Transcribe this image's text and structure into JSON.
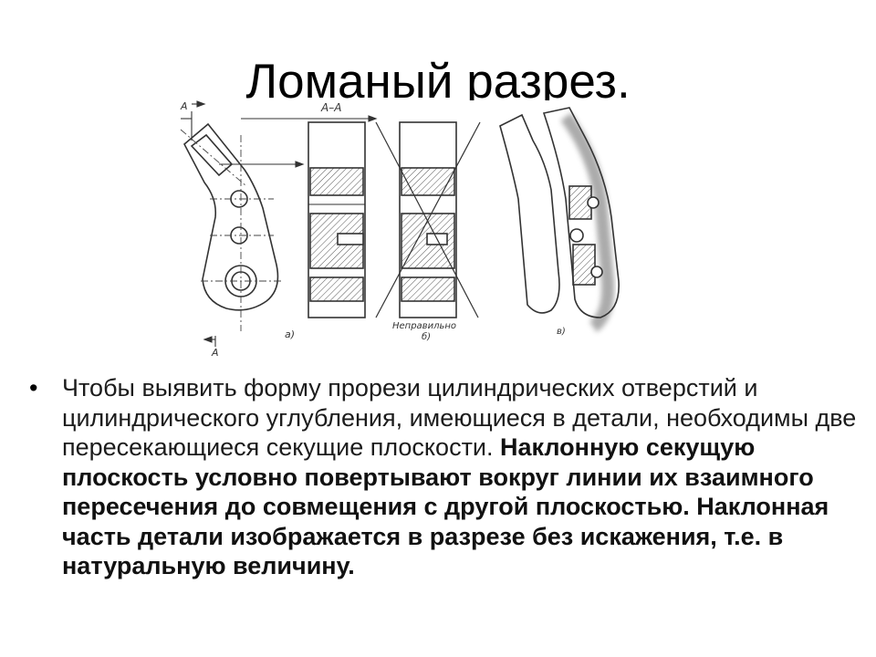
{
  "slide": {
    "title": "Ломаный разрез.",
    "figure": {
      "section_label": "А–А",
      "arrow_label": "А",
      "view_a_label": "а)",
      "view_b_label": "б)",
      "view_c_label": "в)",
      "incorrect_label": "Неправильно"
    },
    "body": {
      "bullet_symbol": "•",
      "normal_text": "Чтобы выявить форму прорези цилиндрических отверстий и цилиндрического углубления, имеющиеся в детали, необходимы две пересекающиеся секущие плоскости. ",
      "bold_text": "Наклонную секущую плоскость условно повертывают вокруг линии их взаимного пересечения до совмещения с другой плоскостью. Наклонная часть детали изображается в разрезе без искажения, т.е. в натуральную величину."
    }
  },
  "colors": {
    "text": "#1c1c1c",
    "drawing_line": "#333333",
    "hatch": "#555555"
  }
}
